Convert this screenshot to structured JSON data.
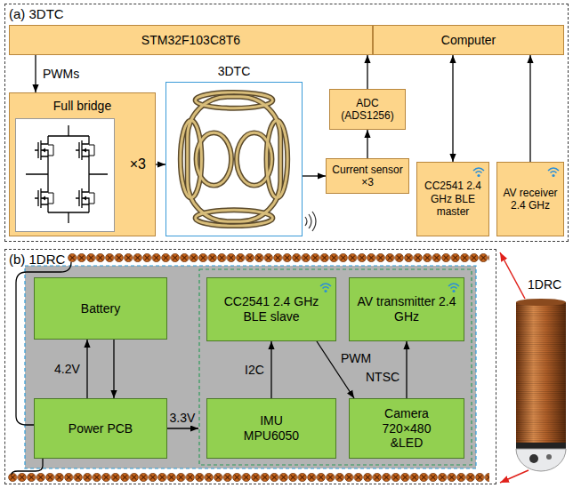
{
  "diagram": {
    "nodes": [
      {
        "text": [
          "(a) 3DTC"
        ]
      },
      {
        "text": [
          "STM32F103C8T6"
        ],
        "in": 0
      },
      {
        "text": [
          "Computer"
        ],
        "in": 0
      },
      {
        "text": [
          "Full bridge",
          "×3"
        ],
        "in": 0
      },
      {
        "text": [
          "3DTC"
        ],
        "in": 0
      },
      {
        "text": [
          "ADC (ADS1256)"
        ],
        "in": 0
      },
      {
        "text": [
          "Current sensor ×3"
        ],
        "in": 0
      },
      {
        "text": [
          "CC2541 2.4 GHz BLE master"
        ],
        "in": 0
      },
      {
        "text": [
          "AV receiver 2.4 GHz"
        ],
        "in": 0
      },
      {
        "text": [
          "(b) 1DRC"
        ]
      },
      {
        "text": [
          "Battery"
        ],
        "in": 9
      },
      {
        "text": [
          "Power PCB"
        ],
        "in": 9
      },
      {
        "text": [
          "CC2541 2.4 GHz BLE slave"
        ],
        "in": 9
      },
      {
        "text": [
          "AV transmitter 2.4 GHz"
        ],
        "in": 9
      },
      {
        "text": [
          "IMU MPU6050"
        ],
        "in": 9
      },
      {
        "text": [
          "Camera 720×480 &LED"
        ],
        "in": 9
      }
    ],
    "edges": [
      {
        "from": 1,
        "to": 3,
        "arrow": "to",
        "label": "PWMs"
      },
      {
        "from": 3,
        "to": 4,
        "arrow": "to"
      },
      {
        "from": 4,
        "to": 6,
        "arrow": "to"
      },
      {
        "from": 6,
        "to": 5,
        "arrow": "to"
      },
      {
        "from": 5,
        "to": 1,
        "arrow": "to"
      },
      {
        "from": 2,
        "to": 7,
        "arrow": "both"
      },
      {
        "from": 8,
        "to": 2,
        "arrow": "to"
      },
      {
        "from": 11,
        "to": 10,
        "arrow": "to",
        "label": "4.2V"
      },
      {
        "from": 10,
        "to": 11,
        "arrow": "to"
      },
      {
        "from": 14,
        "to": 12,
        "arrow": "to",
        "label": "I2C"
      },
      {
        "from": 12,
        "to": 15,
        "arrow": "to",
        "label": "PWM"
      },
      {
        "from": 15,
        "to": 13,
        "arrow": "to",
        "label": "NTSC"
      }
    ],
    "labels": [
      "3.3V",
      "1DRC"
    ]
  }
}
